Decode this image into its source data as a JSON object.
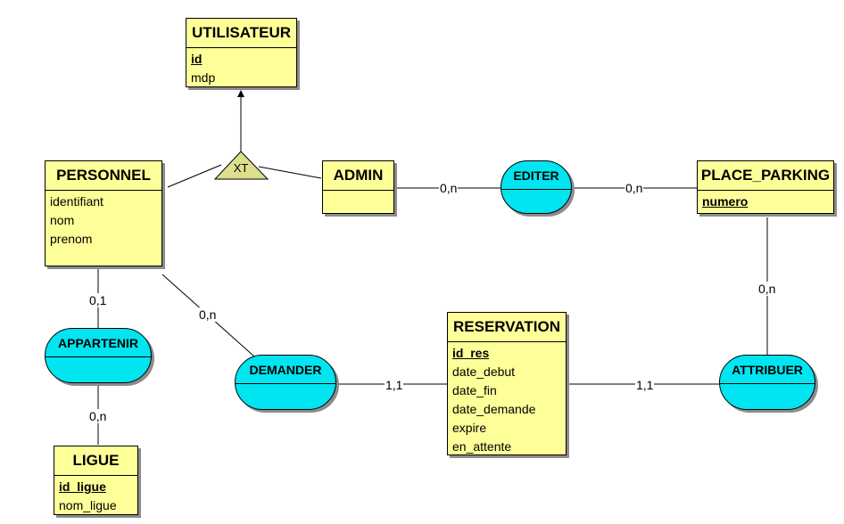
{
  "entities": {
    "utilisateur": {
      "title": "UTILISATEUR",
      "attributes": [
        {
          "name": "id",
          "key": true
        },
        {
          "name": "mdp",
          "key": false
        }
      ]
    },
    "personnel": {
      "title": "PERSONNEL",
      "attributes": [
        {
          "name": "identifiant",
          "key": false
        },
        {
          "name": "nom",
          "key": false
        },
        {
          "name": "prenom",
          "key": false
        }
      ]
    },
    "admin": {
      "title": "ADMIN",
      "attributes": []
    },
    "place_parking": {
      "title": "PLACE_PARKING",
      "attributes": [
        {
          "name": "numero",
          "key": true
        }
      ]
    },
    "reservation": {
      "title": "RESERVATION",
      "attributes": [
        {
          "name": "id_res",
          "key": true
        },
        {
          "name": "date_debut",
          "key": false
        },
        {
          "name": "date_fin",
          "key": false
        },
        {
          "name": "date_demande",
          "key": false
        },
        {
          "name": "expire",
          "key": false
        },
        {
          "name": "en_attente",
          "key": false
        }
      ]
    },
    "ligue": {
      "title": "LIGUE",
      "attributes": [
        {
          "name": "id_ligue",
          "key": true
        },
        {
          "name": "nom_ligue",
          "key": false
        }
      ]
    }
  },
  "associations": {
    "editer": "EDITER",
    "appartenir": "APPARTENIR",
    "demander": "DEMANDER",
    "attribuer": "ATTRIBUER"
  },
  "cardinalities": {
    "admin_editer": "0,n",
    "editer_place": "0,n",
    "personnel_appartenir": "0,1",
    "appartenir_ligue": "0,n",
    "personnel_demander": "0,n",
    "demander_reservation": "1,1",
    "reservation_attribuer": "1,1",
    "place_attribuer": "0,n"
  },
  "inheritance": {
    "label": "XT"
  },
  "colors": {
    "entity": "#ffff99",
    "association": "#00e5f0",
    "inheritance": "#dede8c"
  }
}
